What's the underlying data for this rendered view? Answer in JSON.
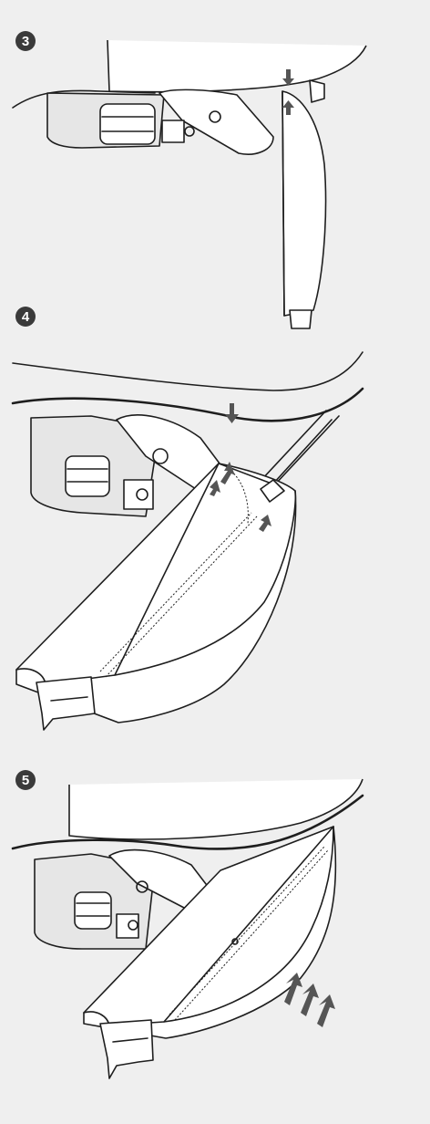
{
  "steps": [
    {
      "number": "3",
      "icon": "step-3-illustration"
    },
    {
      "number": "4",
      "icon": "step-4-illustration"
    },
    {
      "number": "5",
      "icon": "step-5-illustration"
    }
  ],
  "colors": {
    "background": "#efefef",
    "badge": "#3a3a3a",
    "line": "#1e1e1e",
    "arrow": "#555555"
  }
}
